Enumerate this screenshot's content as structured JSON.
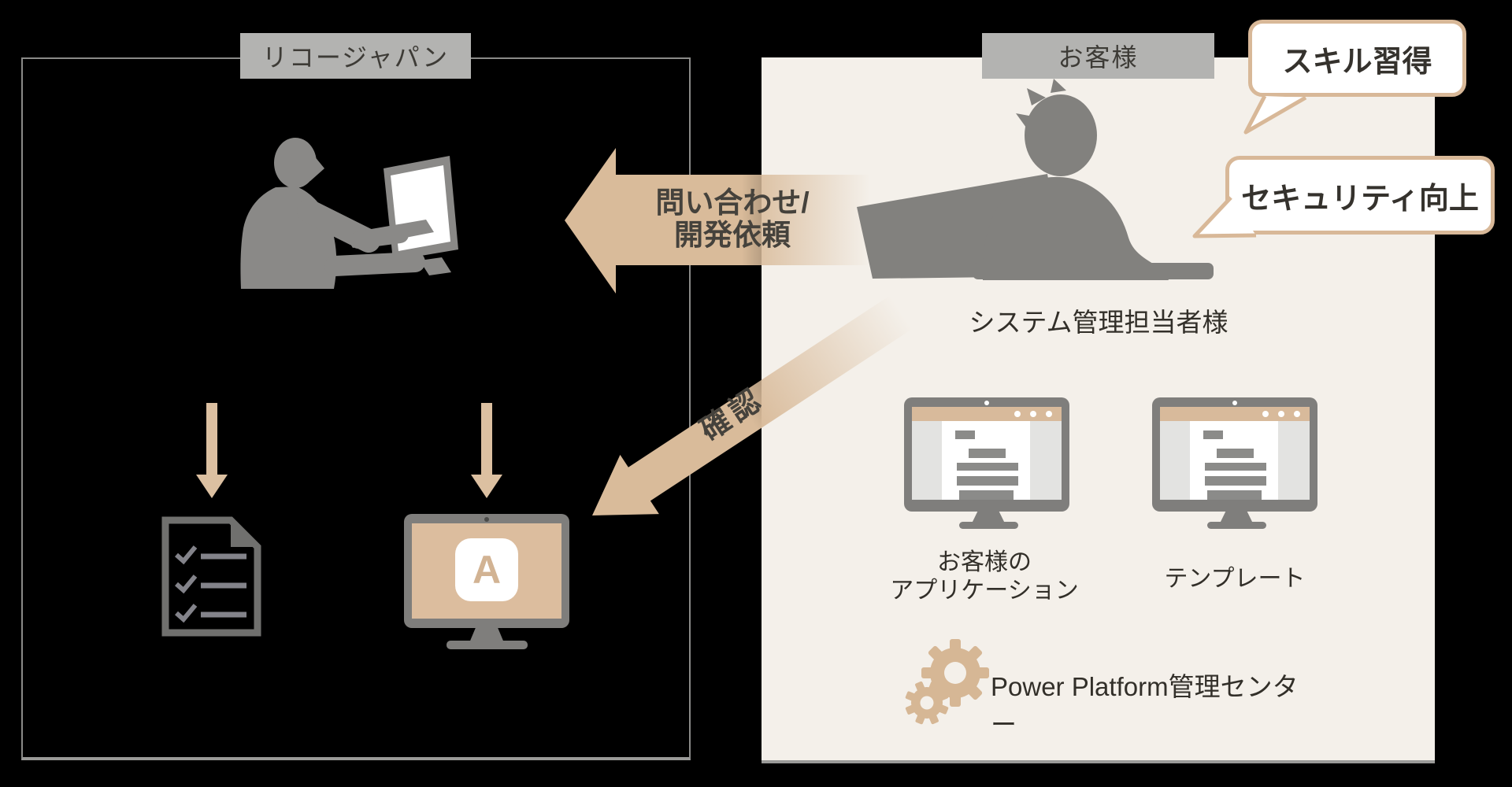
{
  "panels": {
    "left": {
      "label": "リコージャパン"
    },
    "right": {
      "label": "お客様"
    }
  },
  "left_content": {
    "app_letter": "A"
  },
  "right_content": {
    "person_label": "システム管理担当者様",
    "monitor1_label_line1": "お客様の",
    "monitor1_label_line2": "アプリケーション",
    "monitor2_label": "テンプレート",
    "admin_center_label": "Power Platform管理センター"
  },
  "arrows": {
    "request": {
      "line1": "問い合わせ/",
      "line2": "開発依頼"
    },
    "confirm": {
      "label": "確認"
    }
  },
  "bubbles": {
    "skill": "スキル習得",
    "security": "セキュリティ向上"
  },
  "colors": {
    "background": "#000000",
    "panel_cream": "#f4f0ea",
    "label_gray": "#b3b3b1",
    "arrow_tan": "#d9bb9a",
    "bubble_border_tan": "#d8b898",
    "silhouette_gray": "#8a8987",
    "monitor_gray": "#7f7e7c",
    "text_dark": "#322f29"
  }
}
